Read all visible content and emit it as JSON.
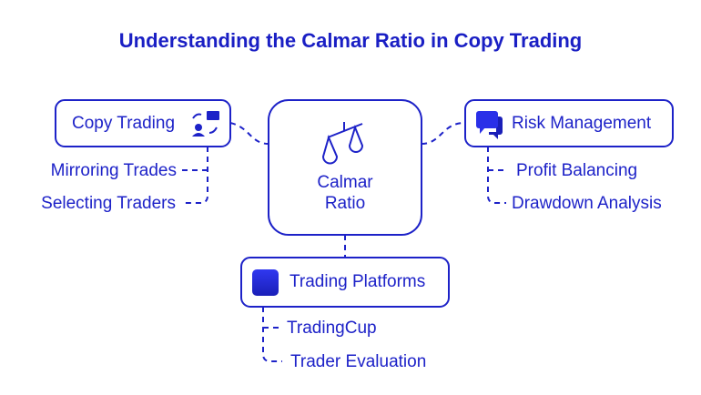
{
  "title": "Understanding the Calmar Ratio in Copy Trading",
  "center": {
    "line1": "Calmar",
    "line2": "Ratio",
    "icon": "scale-icon"
  },
  "nodes": {
    "copy_trading": {
      "label": "Copy Trading",
      "icon": "copy-trading-icon",
      "children": [
        "Mirroring Trades",
        "Selecting Traders"
      ]
    },
    "risk_management": {
      "label": "Risk Management",
      "icon": "chat-bubbles-icon",
      "children": [
        "Profit Balancing",
        "Drawdown Analysis"
      ]
    },
    "trading_platforms": {
      "label": "Trading Platforms",
      "icon": "square-icon",
      "children": [
        "TradingCup",
        "Trader Evaluation"
      ]
    }
  },
  "colors": {
    "accent": "#1d22c8",
    "icon_fill": "#2a30e8"
  }
}
